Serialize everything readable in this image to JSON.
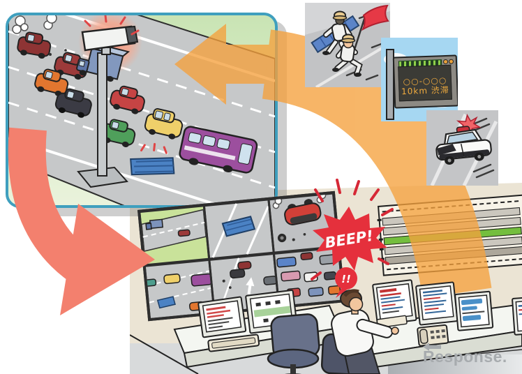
{
  "meta": {
    "description": "Illustration of a highway incident-detection system: a roadside CCTV camera spots fallen cargo and a crashed car, the traffic control center gets a BEEP alert on its video wall, and responders are dispatched."
  },
  "palette": {
    "flow_arrow_orange": "#F5A13D",
    "flow_arrow_salmon": "#F3806E",
    "panel_border_blue": "#3F9FBE",
    "alert_red": "#E5303C",
    "room_wall_beige": "#EBE4D4",
    "road_gray": "#C6C8C9",
    "grass_green": "#D9ECC4",
    "sky_blue": "#A6D7F2",
    "board_open_green": "#74BE3E",
    "sign_led_amber": "#F2AC3E",
    "watermark_gray": "#A7ABAE"
  },
  "highway_panel": {
    "camera": "cctv-camera-on-pole (alert glow)",
    "incidents": [
      "crashed car with smoke on shoulder",
      "fallen cargo blue sheet on lane"
    ],
    "vehicles": [
      "crashed dark-red car",
      "maroon car",
      "orange car",
      "blue box truck",
      "black sedan",
      "red car",
      "green car",
      "yellow van",
      "purple bus"
    ]
  },
  "responders": {
    "road_crew": "two road workers running with red flag and blue cover sheet",
    "info_sign": {
      "line1": "○○-○○○",
      "line2": "10km 渋滞"
    },
    "police_car": "police car with flashing red beacon"
  },
  "control_room": {
    "beep_callout": "BEEP!",
    "operator_alert": "!!",
    "video_wall_feeds": [
      "rural road with blue truck and car",
      "fallen cargo sheet on roadway",
      "overturned red car with smoke",
      "multi-lane traffic with fallen cargo",
      "two cars near lane arrow marking",
      "congested traffic jam"
    ],
    "status_board": "road section status board (green = flowing section)",
    "desk_items": [
      "operation monitors",
      "keyboard",
      "telephone",
      "operator chair"
    ]
  },
  "watermark": {
    "text": "Response."
  }
}
